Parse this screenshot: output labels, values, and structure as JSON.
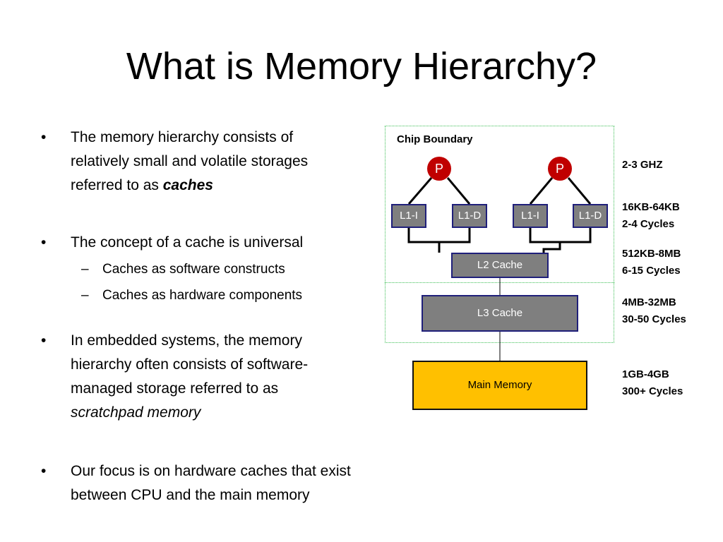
{
  "slide": {
    "title": "What is Memory Hierarchy?"
  },
  "bullets": [
    {
      "lines": [
        "The memory hierarchy consists of",
        "relatively small and volatile storages",
        "referred to as "
      ],
      "emphasis": "caches"
    },
    {
      "lines": [
        "The concept of a cache is universal"
      ],
      "subitems": [
        "Caches as software constructs",
        "Caches as hardware components"
      ]
    },
    {
      "lines": [
        "In embedded systems, the memory",
        "hierarchy often consists of software-",
        "managed storage referred to as"
      ],
      "emphasis": "scratchpad memory"
    },
    {
      "lines": [
        "Our focus is on hardware caches that exist",
        "between CPU and the main memory"
      ]
    }
  ],
  "diagram": {
    "chip_label": "Chip Boundary",
    "processors": [
      "P",
      "P"
    ],
    "l1_caches": [
      "L1-I",
      "L1-D",
      "L1-I",
      "L1-D"
    ],
    "l2_cache": "L2 Cache",
    "l3_cache": "L3 Cache",
    "main_memory": "Main Memory",
    "specs": {
      "processor": [
        "2-3 GHZ"
      ],
      "l1": [
        "16KB-64KB",
        "2-4 Cycles"
      ],
      "l2": [
        "512KB-8MB",
        "6-15 Cycles"
      ],
      "l3": [
        "4MB-32MB",
        "30-50 Cycles"
      ],
      "memory": [
        "1GB-4GB",
        "300+ Cycles"
      ]
    },
    "colors": {
      "processor": "#c00000",
      "cache": "#7f7f7f",
      "cache_border": "#1f1f7a",
      "memory": "#ffc000",
      "chip_boundary": "#3fbf57"
    }
  }
}
